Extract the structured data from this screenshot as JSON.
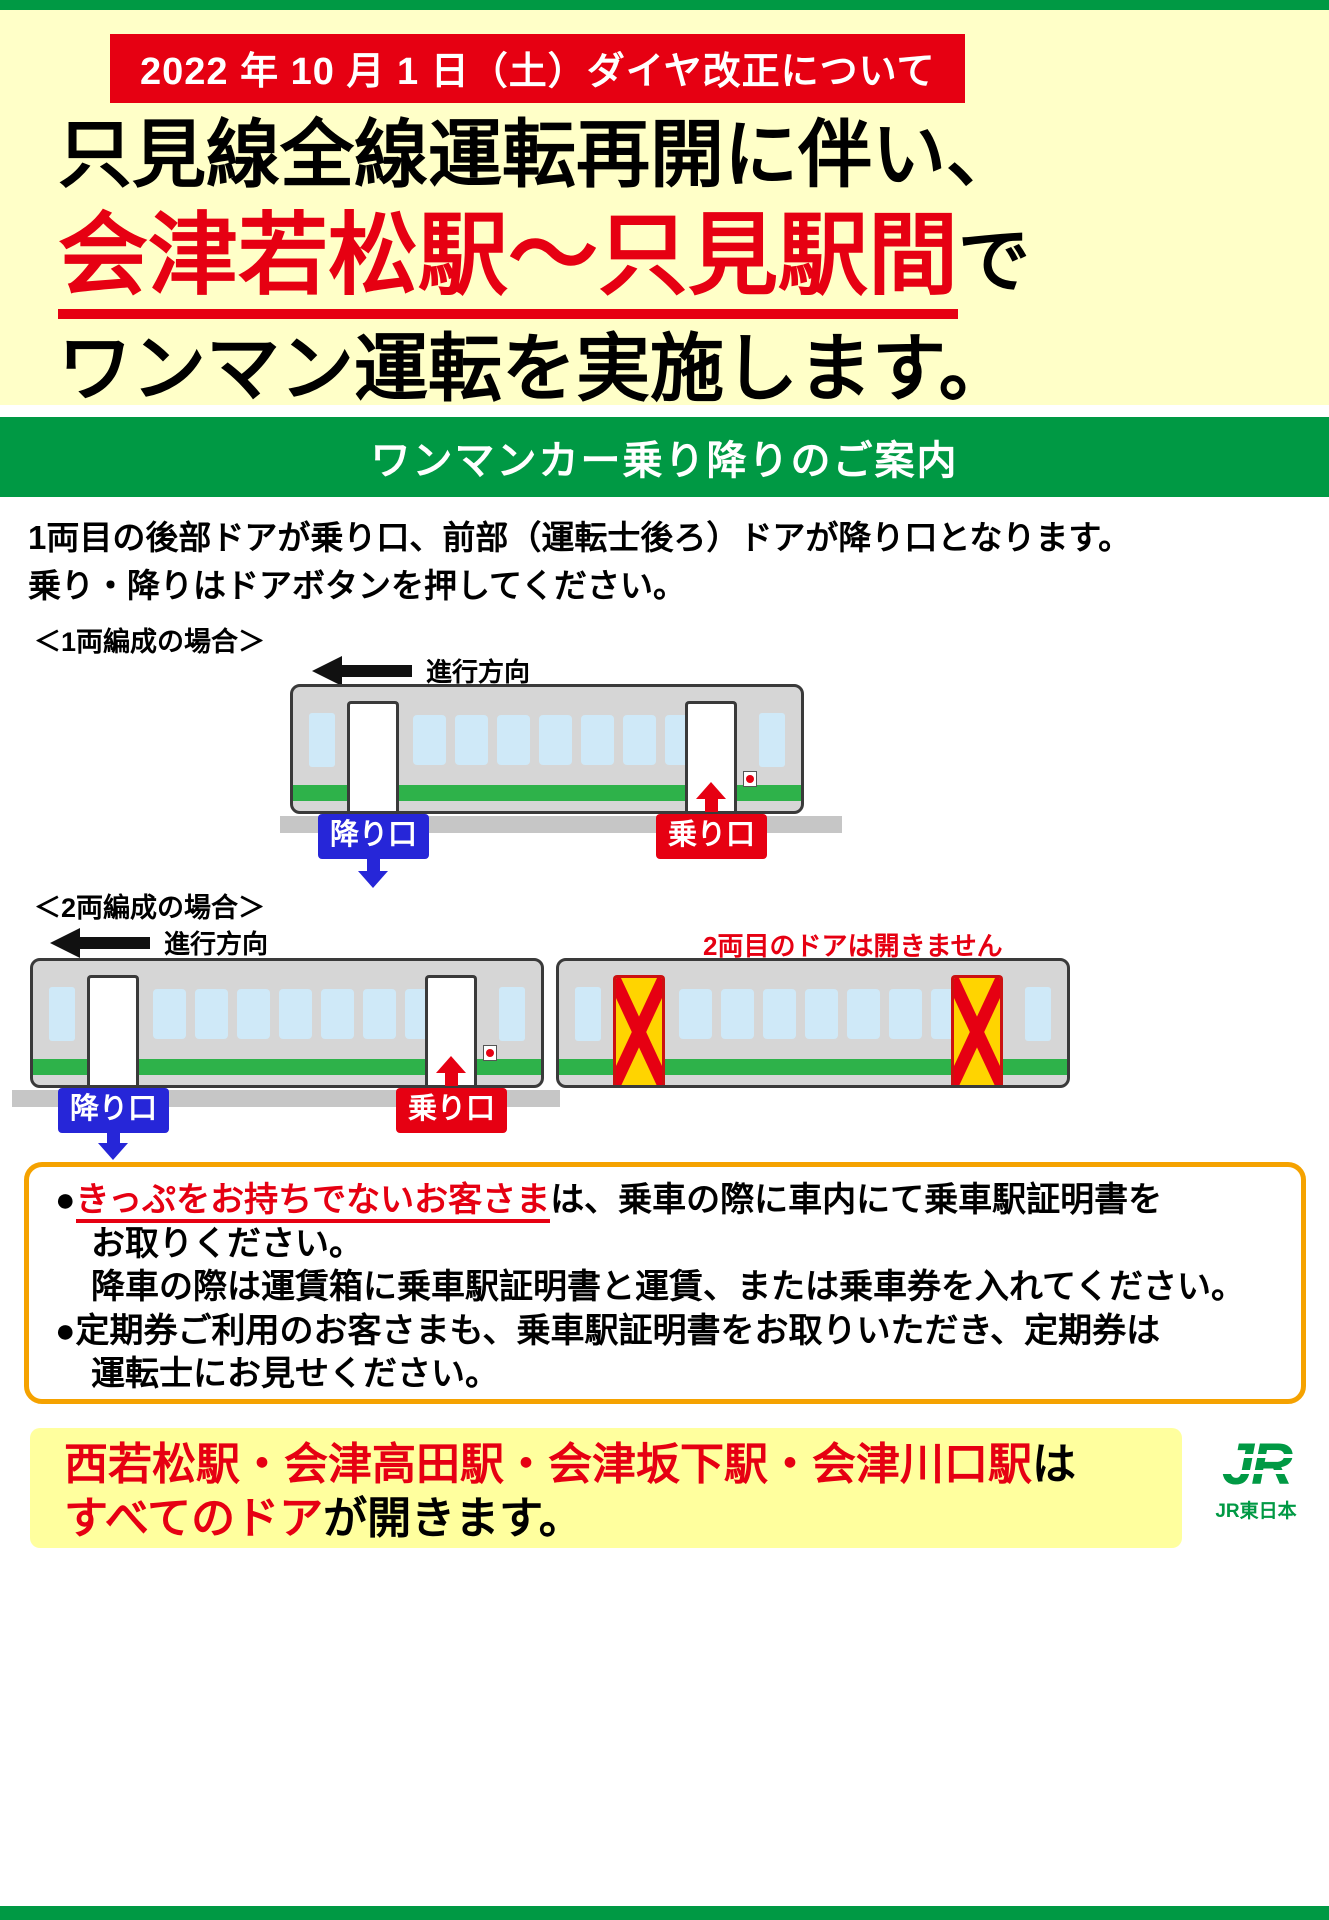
{
  "header": {
    "date_banner": "2022 年 10 月 1 日（土）ダイヤ改正について",
    "line1": "只見線全線運転再開に伴い、",
    "line2_highlight": "会津若松駅～只見駅間",
    "line2_suffix": "で",
    "line3": "ワンマン運転を実施します。"
  },
  "guide": {
    "band_title": "ワンマンカー乗り降りのご案内",
    "intro_line1": "1両目の後部ドアが乗り口、前部（運転士後ろ）ドアが降り口となります。",
    "intro_line2": "乗り・降りはドアボタンを押してください。"
  },
  "diagram_one_car": {
    "caption": "＜1両編成の場合＞",
    "direction_label": "進行方向",
    "exit_label": "降り口",
    "entrance_label": "乗り口"
  },
  "diagram_two_car": {
    "caption": "＜2両編成の場合＞",
    "direction_label": "進行方向",
    "exit_label": "降り口",
    "entrance_label": "乗り口",
    "second_car_note": "2両目のドアは開きません"
  },
  "notice": {
    "bullet": "●",
    "b1_highlight": "きっぷをお持ちでないお客さま",
    "b1_rest": "は、乗車の際に車内にて乗車駅証明書を",
    "b1_line2": "お取りください。",
    "b1_line3": "降車の際は運賃箱に乗車駅証明書と運賃、または乗車券を入れてください。",
    "b2_line1": "定期券ご利用のお客さまも、乗車駅証明書をお取りいただき、定期券は",
    "b2_line2": "運転士にお見せください。"
  },
  "bottom_box": {
    "stations": "西若松駅・会津高田駅・会津坂下駅・会津川口駅",
    "suffix1": "は",
    "highlight2": "すべてのドア",
    "suffix2": "が開きます。"
  },
  "logo": {
    "mark": "JR",
    "company": "JR東日本"
  },
  "colors": {
    "brand_green": "#009944",
    "accent_red": "#e60012",
    "header_yellow": "#ffffc8",
    "box_yellow": "#ffff9e",
    "notice_border_orange": "#f5a200",
    "exit_blue": "#2626d8",
    "train_gray": "#d6d6d6",
    "window_blue": "#cfe9f8",
    "stripe_green": "#2eb24a",
    "door_warning_yellow": "#ffd400"
  }
}
